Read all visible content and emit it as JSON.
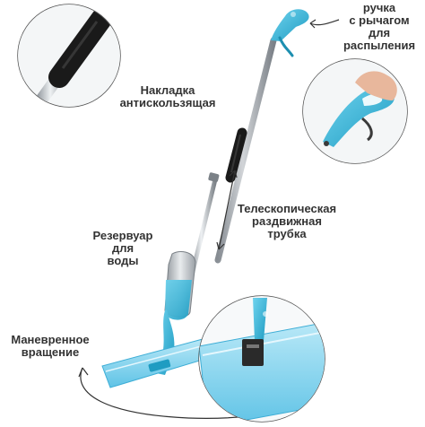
{
  "labels": {
    "handle": [
      "ручка",
      "с рычагом",
      "для",
      "распыления"
    ],
    "antislip": [
      "Накладка",
      "антискользящая"
    ],
    "telescopic": [
      "Телескопическая",
      "раздвижная",
      "трубка"
    ],
    "reservoir": [
      "Резервуар",
      "для",
      "воды"
    ],
    "rotation": [
      "Маневренное",
      "вращение"
    ]
  },
  "colors": {
    "accent": "#35b7d8",
    "accent_dark": "#1d8fb0",
    "pad": "#8fd6ef",
    "steel": "#b9bfc5",
    "grip": "#1a1a1a",
    "text": "#333333"
  }
}
